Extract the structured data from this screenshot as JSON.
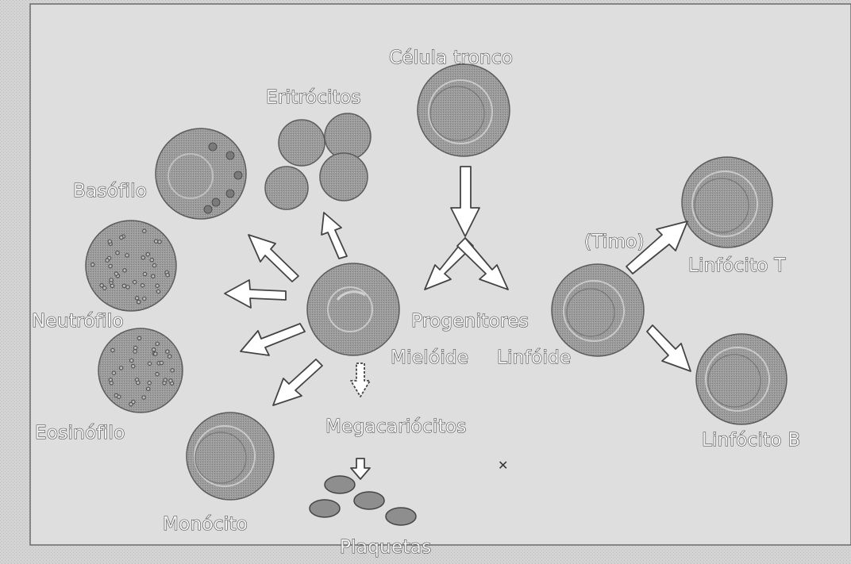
{
  "diagram": {
    "labels": {
      "stem_cell": "Célula tronco",
      "erythrocytes": "Eritrócitos",
      "basophil": "Basófilo",
      "neutrophil": "Neutrófilo",
      "eosinophil": "Eosinófilo",
      "monocyte": "Monócito",
      "megakaryocytes": "Megacariócitos",
      "platelets": "Plaquetas",
      "progenitors": "Progenitores",
      "myeloid": "Mielóide",
      "lymphoid": "Linfóide",
      "thymus": "(Timo)",
      "t_lymphocyte": "Linfócito T",
      "b_lymphocyte": "Linfócito B"
    },
    "colors": {
      "background": "#cfcfcf",
      "cell_fill": "#9a9a9a",
      "arrow_fill": "#ffffff",
      "label_fill": "#f4f4f4"
    }
  }
}
